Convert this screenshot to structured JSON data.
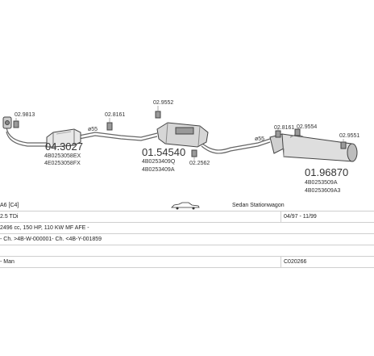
{
  "diagram": {
    "part_numbers": {
      "p_043027": "04.3027",
      "p_015454": "01.54540",
      "p_019687": "01.96870"
    },
    "oem_numbers": {
      "o1a": "4B0253058EX",
      "o1b": "4E0253058FX",
      "o2a": "4B0253409Q",
      "o2b": "4B0253409A",
      "o3a": "4B0253509A",
      "o3b": "4B0253609A3"
    },
    "fittings": {
      "f1": "02.9813",
      "f2": "02.8161",
      "f3": "02.9552",
      "f4": "02.2562",
      "f5": "02.8161",
      "f6": "02.9554",
      "f7": "02.9551"
    },
    "diameters": {
      "d1": "ø55",
      "d2": "ø55"
    }
  },
  "table": {
    "row1": {
      "model": "A6 [C4]",
      "body": "Sedan Stationwagon"
    },
    "row2": {
      "engine": "2.5 TDi",
      "period": "04/97 - 11/99"
    },
    "row3": {
      "specs": "2496 cc, 150 HP, 110 KW MF AFE -"
    },
    "row4": {
      "chassis": "- Ch. >4B-W-000001- Ch. <4B-Y-001859"
    },
    "row5": {
      "maker": "- Man",
      "code": "C020266"
    }
  },
  "colors": {
    "pipe": "#a8a8a8",
    "outline": "#555555",
    "line": "#cfcfcf"
  }
}
